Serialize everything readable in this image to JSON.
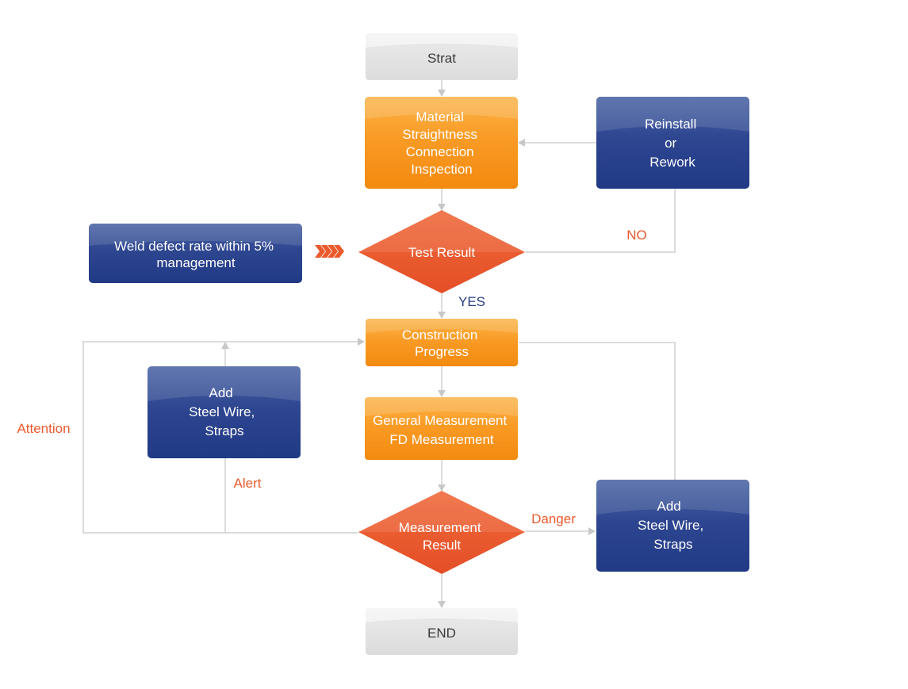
{
  "nodes": {
    "start": {
      "text": "Strat"
    },
    "inspection": {
      "lines": [
        "Material",
        "Straightness",
        "Connection",
        "Inspection"
      ]
    },
    "reinstall": {
      "lines": [
        "Reinstall",
        "or",
        "Rework"
      ]
    },
    "test_result": {
      "text": "Test Result"
    },
    "weld_defect": {
      "lines": [
        "Weld defect rate within 5%",
        "management"
      ]
    },
    "construction": {
      "lines": [
        "Construction",
        "Progress"
      ]
    },
    "measurement": {
      "lines": [
        "General Measurement",
        "FD Measurement"
      ]
    },
    "add_wire_left": {
      "lines": [
        "Add",
        "Steel Wire,",
        "Straps"
      ]
    },
    "measurement_result": {
      "lines": [
        "Measurement",
        "Result"
      ]
    },
    "add_wire_right": {
      "lines": [
        "Add",
        "Steel Wire,",
        "Straps"
      ]
    },
    "end": {
      "text": "END"
    }
  },
  "labels": {
    "no": "NO",
    "yes": "YES",
    "attention": "Attention",
    "alert": "Alert",
    "danger": "Danger"
  },
  "colors": {
    "orange": "#f7931e",
    "red_orange": "#ea5a2c",
    "navy": "#253c87",
    "gray_box": "#e4e4e4",
    "connector": "#c8c8c8",
    "label_orange": "#ea5a2c",
    "label_blue": "#253c87"
  }
}
